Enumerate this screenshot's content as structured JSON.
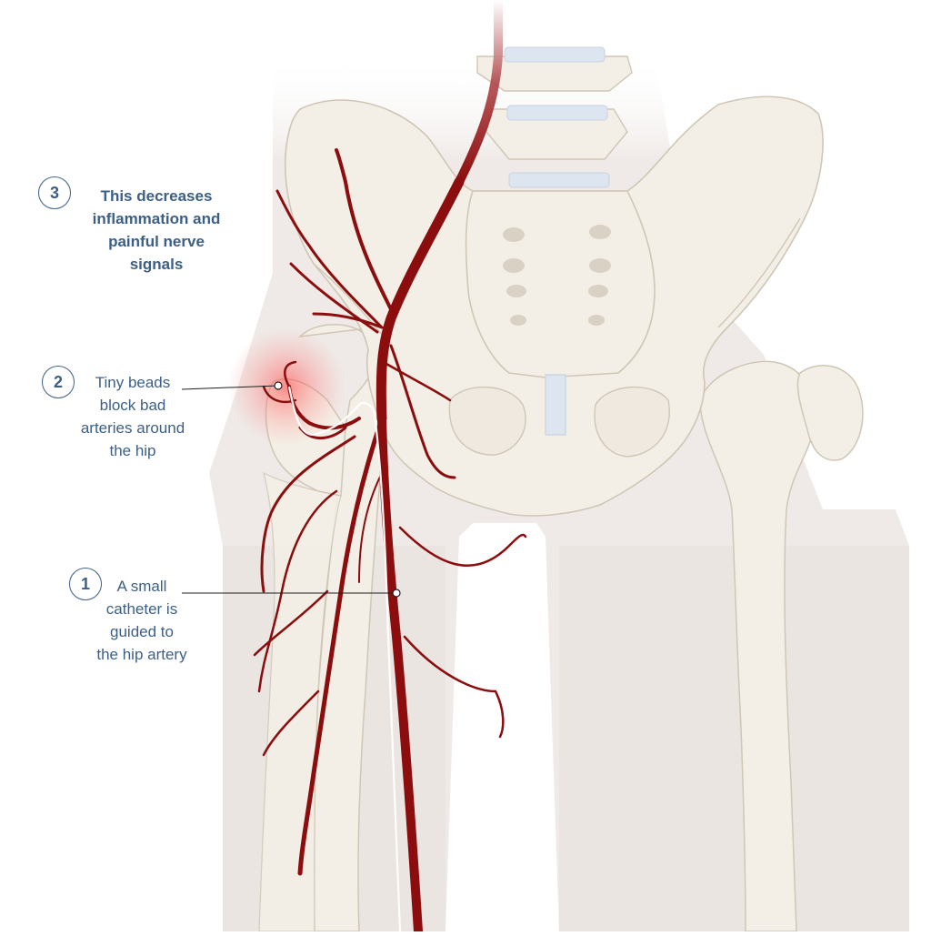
{
  "steps": [
    {
      "number": "1",
      "text": "A small\ncatheter is\nguided to\nthe hip artery"
    },
    {
      "number": "2",
      "text": "Tiny beads\nblock bad\narteries around\nthe hip"
    },
    {
      "number": "3",
      "text": "This decreases\ninflammation and\npainful nerve\nsignals"
    }
  ],
  "colors": {
    "artery": "#8b0d0d",
    "bone": "#f4efe6",
    "bone_outline": "#cfc6b6",
    "body": "#efeae7",
    "disc": "#dde6f0",
    "label": "#3d5f86",
    "inflammation": "#ff5a5a"
  }
}
